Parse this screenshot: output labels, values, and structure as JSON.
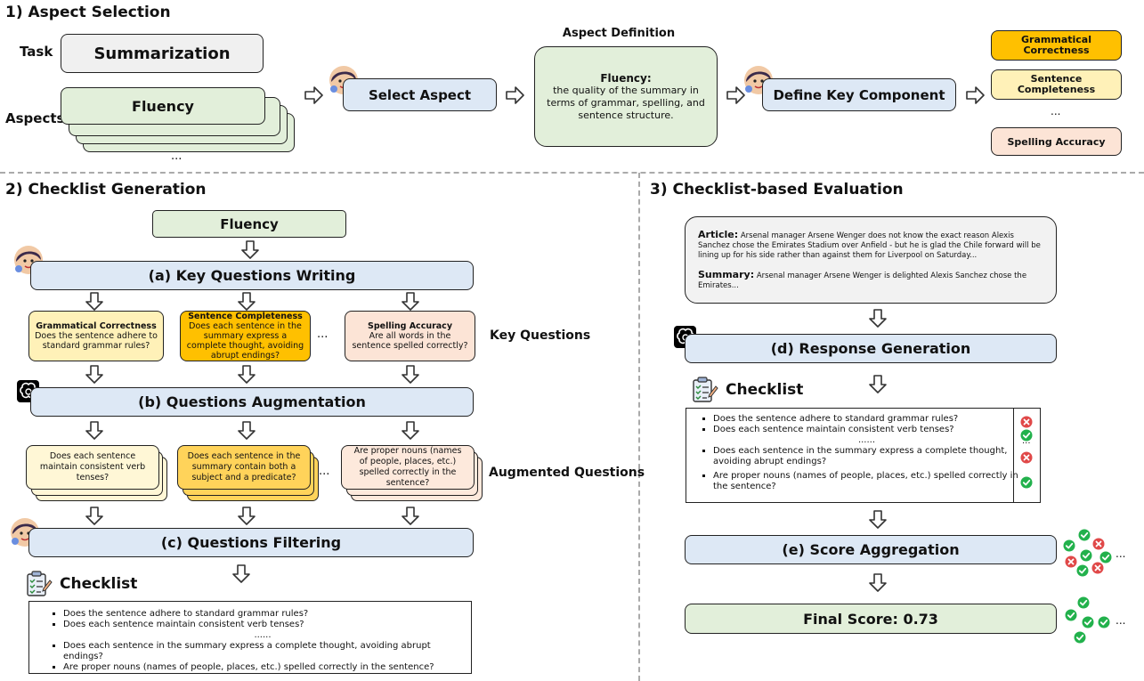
{
  "sections": {
    "aspect_selection": "1) Aspect Selection",
    "checklist_generation": "2) Checklist Generation",
    "checklist_evaluation": "3) Checklist-based Evaluation"
  },
  "panel1": {
    "task_label": "Task",
    "aspects_label": "Aspects",
    "task_value": "Summarization",
    "aspect_value": "Fluency",
    "ellipsis": "...",
    "select_aspect": "Select Aspect",
    "aspect_definition_title": "Aspect Definition",
    "definition_term": "Fluency:",
    "definition_text": "the quality of the summary in terms of grammar, spelling, and sentence structure.",
    "define_key_component": "Define Key Component",
    "components": [
      "Grammatical Correctness",
      "Sentence Completeness",
      "...",
      "Spelling Accuracy"
    ]
  },
  "panel2": {
    "fluency": "Fluency",
    "step_a": "(a) Key Questions Writing",
    "step_b": "(b) Questions Augmentation",
    "step_c": "(c) Questions Filtering",
    "key_questions_label": "Key Questions",
    "augmented_questions_label": "Augmented Questions",
    "key_questions": [
      {
        "title": "Grammatical Correctness",
        "text": "Does the sentence adhere to standard grammar rules?"
      },
      {
        "title": "Sentence Completeness",
        "text": "Does each sentence in the summary express a complete thought, avoiding abrupt endings?"
      },
      {
        "title": "Spelling Accuracy",
        "text": "Are all words in the sentence spelled correctly?"
      }
    ],
    "augmented": [
      "Does each sentence maintain consistent verb tenses?",
      "Does each sentence in the summary contain both a subject and a predicate?",
      "Are proper nouns (names of people, places, etc.) spelled correctly in the sentence?"
    ],
    "ellipsis": "...",
    "checklist_title": "Checklist",
    "checklist_items": [
      "Does the sentence adhere to standard grammar rules?",
      "Does each sentence maintain consistent verb tenses?",
      "Does each sentence in the summary express a complete thought, avoiding abrupt endings?",
      "Are proper nouns (names of people, places, etc.) spelled correctly in the sentence?"
    ],
    "checklist_ellipsis": "......"
  },
  "panel3": {
    "article_label": "Article:",
    "article_text": "Arsenal manager Arsene Wenger does not know the exact reason Alexis Sanchez chose the Emirates Stadium over Anfield - but he is glad the Chile forward will be lining up for his side rather than against them for Liverpool on Saturday...",
    "summary_label": "Summary:",
    "summary_text": "Arsenal manager Arsene Wenger is delighted Alexis Sanchez chose the Emirates...",
    "step_d": "(d) Response Generation",
    "checklist_title": "Checklist",
    "checklist_items": [
      "Does the sentence adhere to standard grammar rules?",
      "Does each sentence maintain consistent verb tenses?",
      "Does each sentence in the summary express a complete thought, avoiding abrupt endings?",
      "Are proper nouns (names of people, places, etc.) spelled correctly in the sentence?"
    ],
    "checklist_ellipsis": "......",
    "answers": [
      "no",
      "yes",
      "...",
      "no",
      "yes"
    ],
    "step_e": "(e) Score Aggregation",
    "final_score": "Final Score: 0.73",
    "ellipsis": "..."
  },
  "colors": {
    "blue": "#dde8f5",
    "green": "#e2efda",
    "yellow_light": "#fff1b8",
    "yellow_dark": "#ffc000",
    "peach": "#fce4d6",
    "check_green": "#22b14c",
    "cross_red": "#e04848"
  }
}
